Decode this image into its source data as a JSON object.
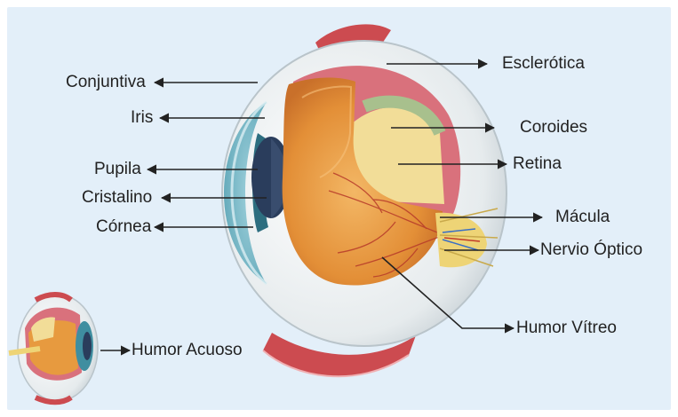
{
  "labels": {
    "conjuntiva": "Conjuntiva",
    "iris": "Iris",
    "pupila": "Pupila",
    "cristalino": "Cristalino",
    "cornea": "Córnea",
    "esclerotica": "Esclerótica",
    "coroides": "Coroides",
    "retina": "Retina",
    "macula": "Mácula",
    "nervio_optico": "Nervio Óptico",
    "humor_vitreo": "Humor Vítreo",
    "humor_acuoso": "Humor Acuoso"
  },
  "colors": {
    "background": "#e3eff9",
    "sclera": "#e7ecee",
    "vitreous": "#e79a3f",
    "choroid": "#d9717c",
    "retina": "#f2dd98",
    "iris": "#3f8ea0",
    "muscle": "#cc4b50",
    "nerve": "#eed476",
    "arrows": "#222222"
  }
}
